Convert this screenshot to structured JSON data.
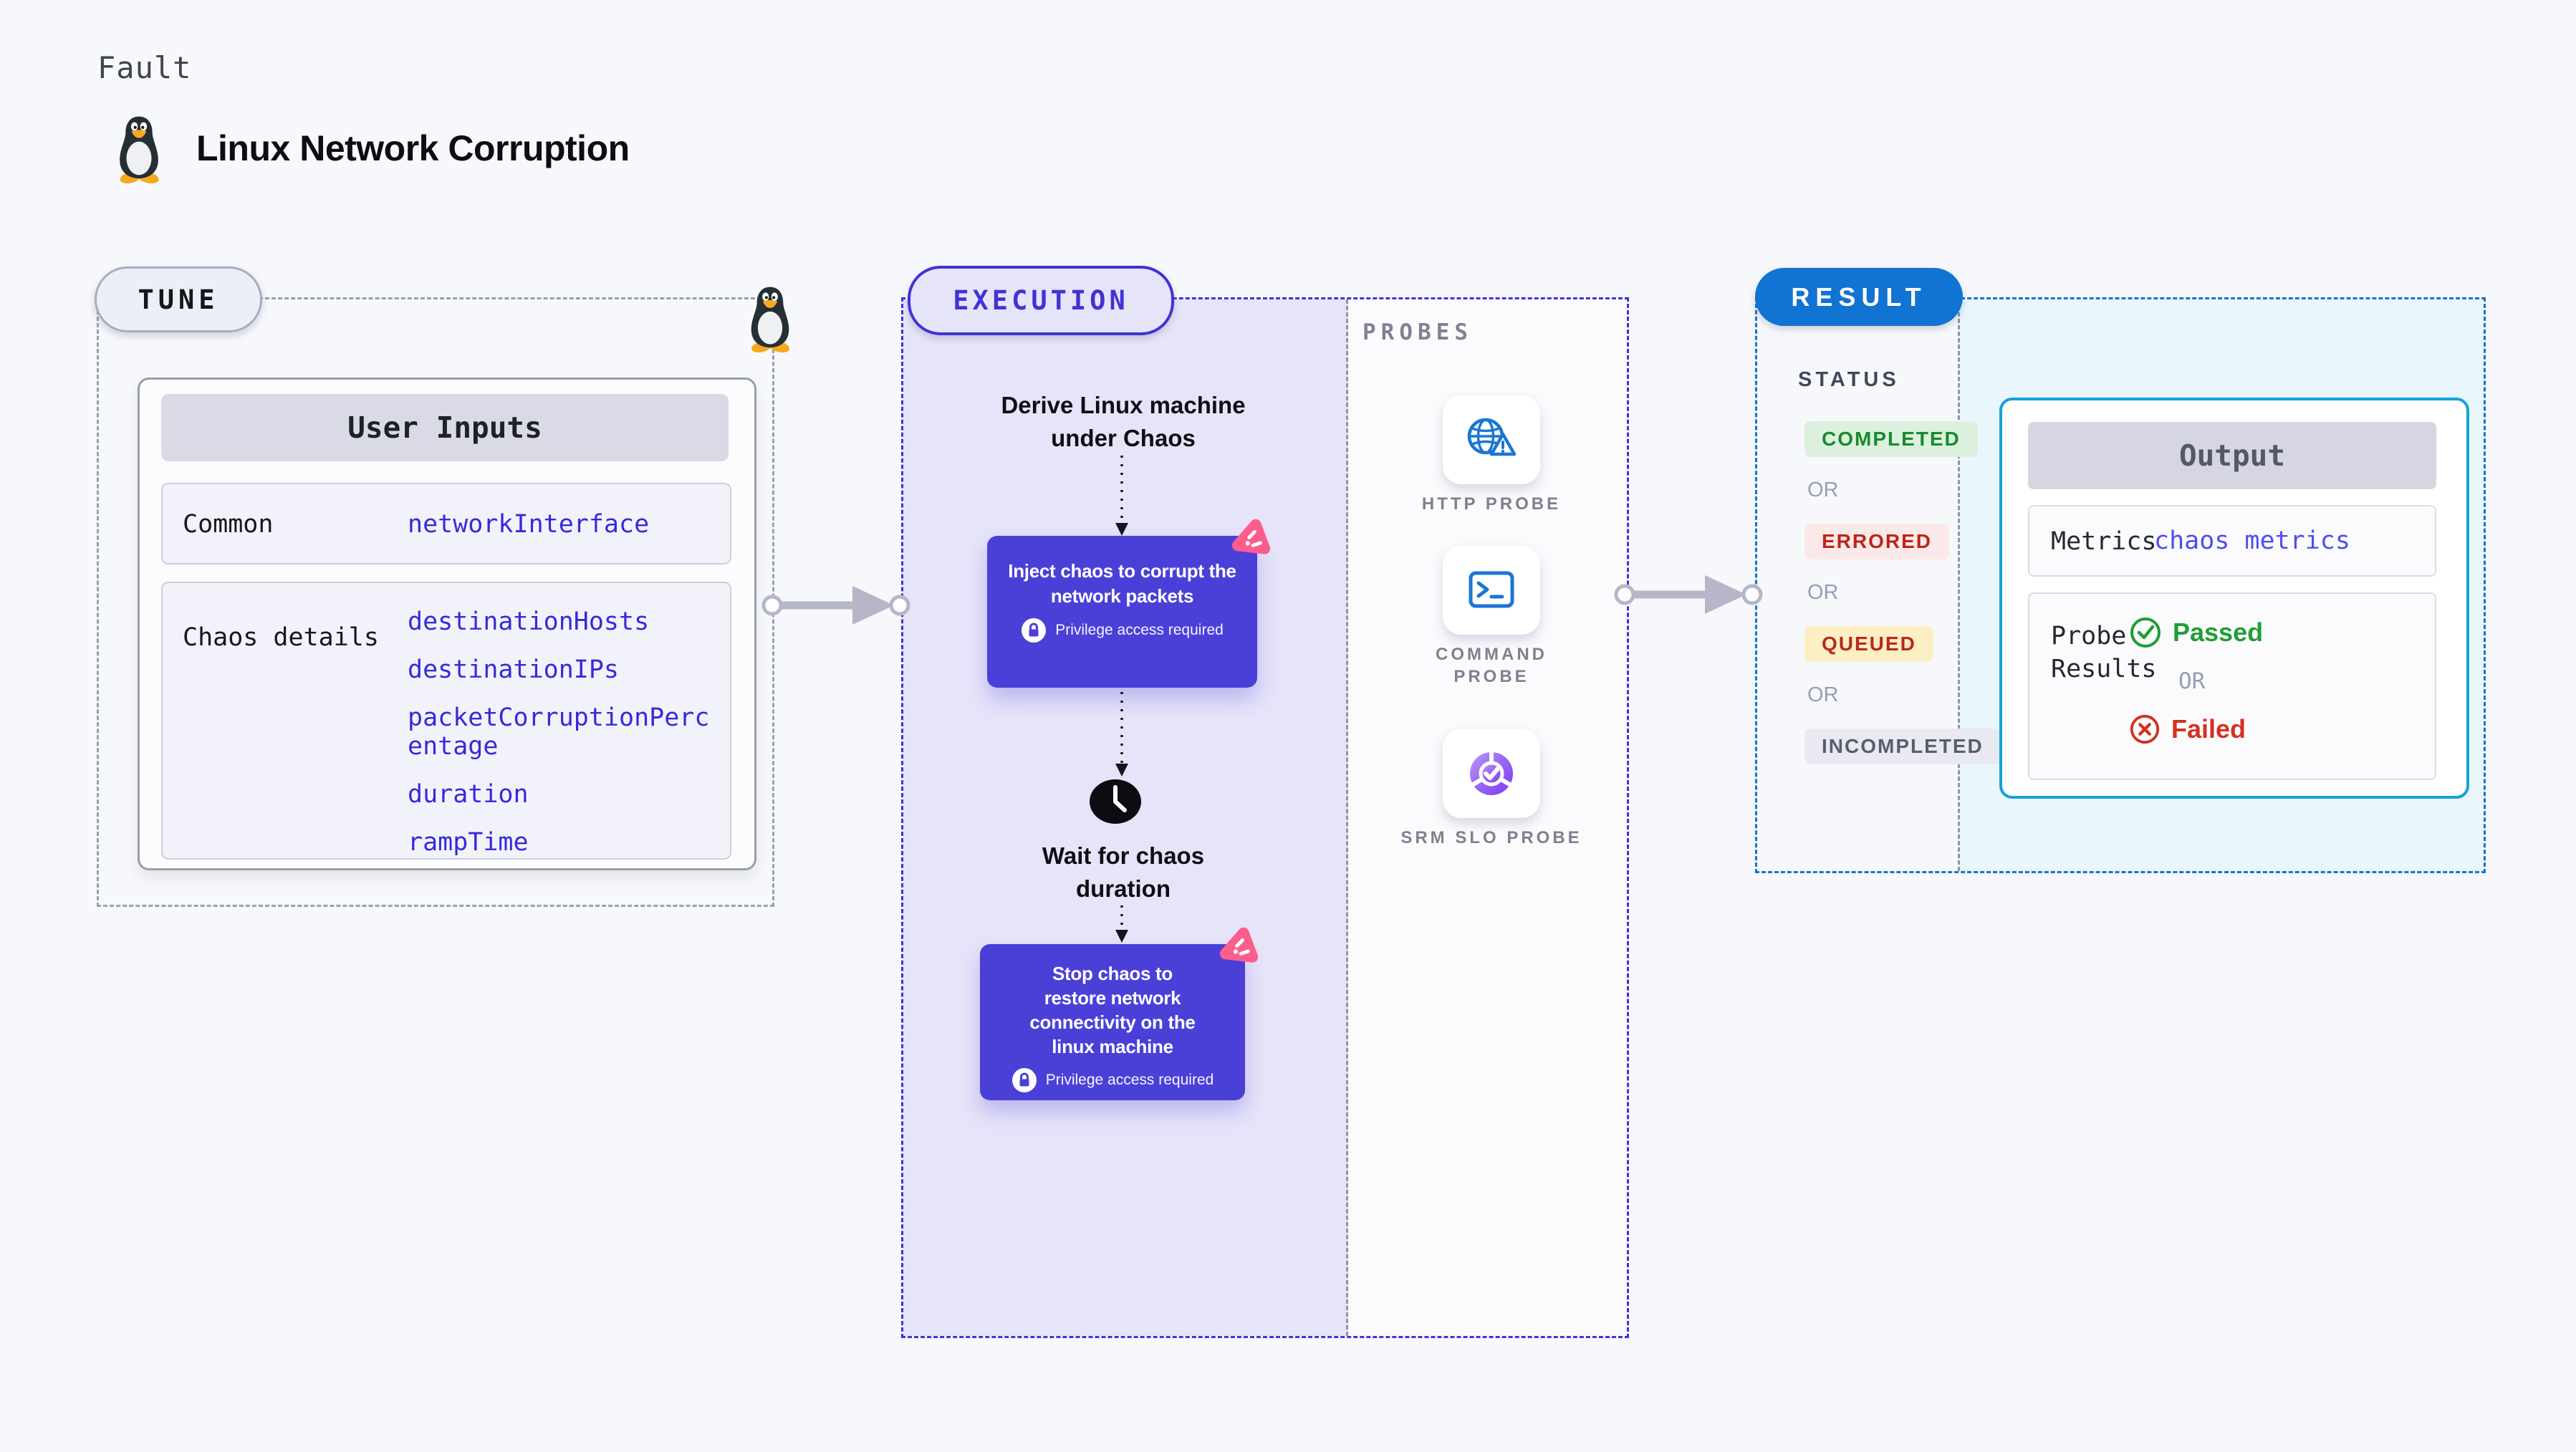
{
  "header": {
    "eyebrow": "Fault",
    "title": "Linux Network Corruption"
  },
  "tune": {
    "label": "TUNE",
    "user_inputs": {
      "title": "User Inputs",
      "rows": [
        {
          "label": "Common",
          "values": [
            "networkInterface"
          ]
        },
        {
          "label": "Chaos details",
          "values": [
            "destinationHosts",
            "destinationIPs",
            "packetCorruptionPercentage",
            "duration",
            "rampTime"
          ]
        }
      ]
    }
  },
  "execution": {
    "label": "EXECUTION",
    "derive_step": "Derive Linux machine under Chaos",
    "inject_step": "Inject chaos to corrupt the network packets",
    "wait_step": "Wait for chaos duration",
    "stop_step": "Stop chaos to restore network connectivity on the linux machine",
    "privilege_note": "Privilege access required"
  },
  "probes": {
    "label": "PROBES",
    "items": [
      {
        "label": "HTTP PROBE",
        "icon": "globe-warning-icon"
      },
      {
        "label": "COMMAND PROBE",
        "icon": "terminal-icon"
      },
      {
        "label": "SRM SLO PROBE",
        "icon": "slo-donut-check-icon"
      }
    ]
  },
  "result": {
    "label": "RESULT",
    "status": {
      "label": "STATUS",
      "or": "OR",
      "completed": "COMPLETED",
      "errored": "ERRORED",
      "queued": "QUEUED",
      "incompleted": "INCOMPLETED"
    },
    "output": {
      "title": "Output",
      "metrics_label": "Metrics",
      "metrics_value": "chaos metrics",
      "probe_results_label": "Probe Results",
      "passed": "Passed",
      "or": "OR",
      "failed": "Failed"
    }
  },
  "accents": {
    "purple": "#4a40d8",
    "lavender": "#e6e4f9",
    "result_blue": "#1173d2",
    "output_cyan_border": "#16a2d8",
    "cyan_bg": "#e9f6fc",
    "pink": "#fb5d8d",
    "probe_blue": "#1b76d4",
    "green": "#1f9e35",
    "red": "#d6301f",
    "queued_yellow": "#fcefc3",
    "value_blue": "#352add"
  }
}
